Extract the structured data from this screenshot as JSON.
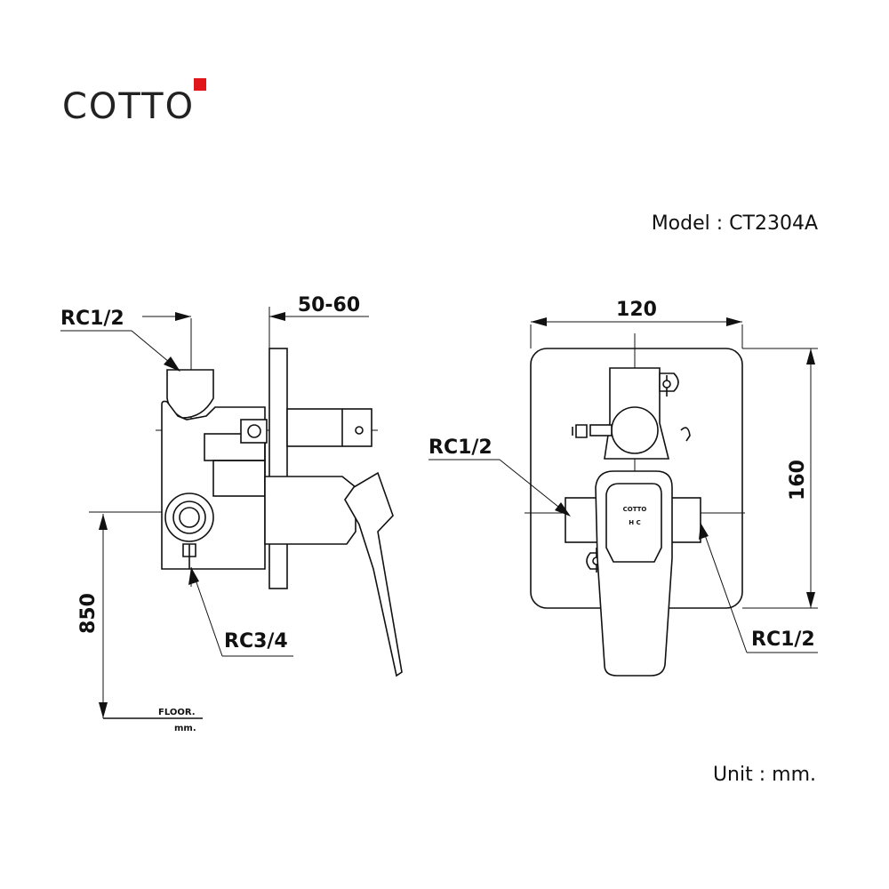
{
  "brand": {
    "name": "COTTO",
    "accent_color": "#e0161b"
  },
  "model": {
    "text": "Model : CT2304A"
  },
  "unit": {
    "text": "Unit : mm."
  },
  "side_view": {
    "inlet_top_label": "RC1/2",
    "depth_dim": "50-60",
    "outlet_label": "RC3/4",
    "height_dim": "850",
    "floor_label": "FLOOR.",
    "floor_unit": "mm."
  },
  "front_view": {
    "width_dim": "120",
    "height_dim": "160",
    "inlet_left_label": "RC1/2",
    "inlet_right_label": "RC1/2",
    "handle_logo": "COTTO",
    "handle_marks": "H   C"
  }
}
